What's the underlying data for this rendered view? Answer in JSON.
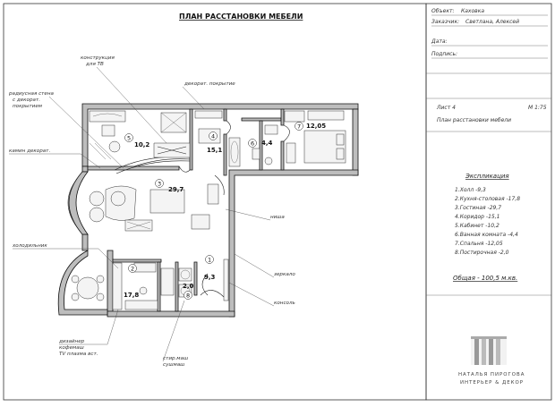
{
  "drawing": {
    "title": "ПЛАН РАССТАНОВКИ МЕБЕЛИ",
    "annotations": {
      "tv": [
        "конструкция",
        "для ТВ"
      ],
      "decor_cover": "декорат. покрытие",
      "wall_decor": [
        "радиусная стена",
        "с декорат.",
        "покрытием"
      ],
      "fireplace": "камин декорат.",
      "niche": "ниша",
      "fridge": "холодильник",
      "mirror": "зеркало",
      "console": "консоль",
      "coffee": [
        "дизайнер",
        "кофемаш",
        "ТV плазма вст."
      ],
      "washer": [
        "стир.маш",
        "сушмаш"
      ]
    },
    "rooms": [
      {
        "num": "1",
        "area": "9,3"
      },
      {
        "num": "2",
        "area": "17,8"
      },
      {
        "num": "3",
        "area": "29,7"
      },
      {
        "num": "4",
        "area": "15,1"
      },
      {
        "num": "5",
        "area": "10,2"
      },
      {
        "num": "6",
        "area": "4,4"
      },
      {
        "num": "7",
        "area": "12,05"
      },
      {
        "num": "8",
        "area": "2,0"
      }
    ]
  },
  "sidebar": {
    "object_label": "Объект:",
    "object_value": "Каховка",
    "client_label": "Заказчик:",
    "client_value": "Светлана, Алексей",
    "date_label": "Дата:",
    "sign_label": "Подпись:",
    "sheet": "Лист 4",
    "scale": "М 1:75",
    "plan_name": "План расстановки мебели",
    "explication_title": "Экспликация",
    "explication": [
      "1.Холл -9,3",
      "2.Кухня-столовая -17,8",
      "3.Гостиная -29,7",
      "4.Коридор -15,1",
      "5.Кабинет -10,2",
      "6.Ванная комната -4,4",
      "7.Спальня -12,05",
      "8.Постирочная -2,0"
    ],
    "total": "Общая  -  100,5  м.кв.",
    "brand_line1": "НАТАЛЬЯ ПИРОГОВА",
    "brand_line2": "ИНТЕРЬЕР & ДЕКОР"
  }
}
